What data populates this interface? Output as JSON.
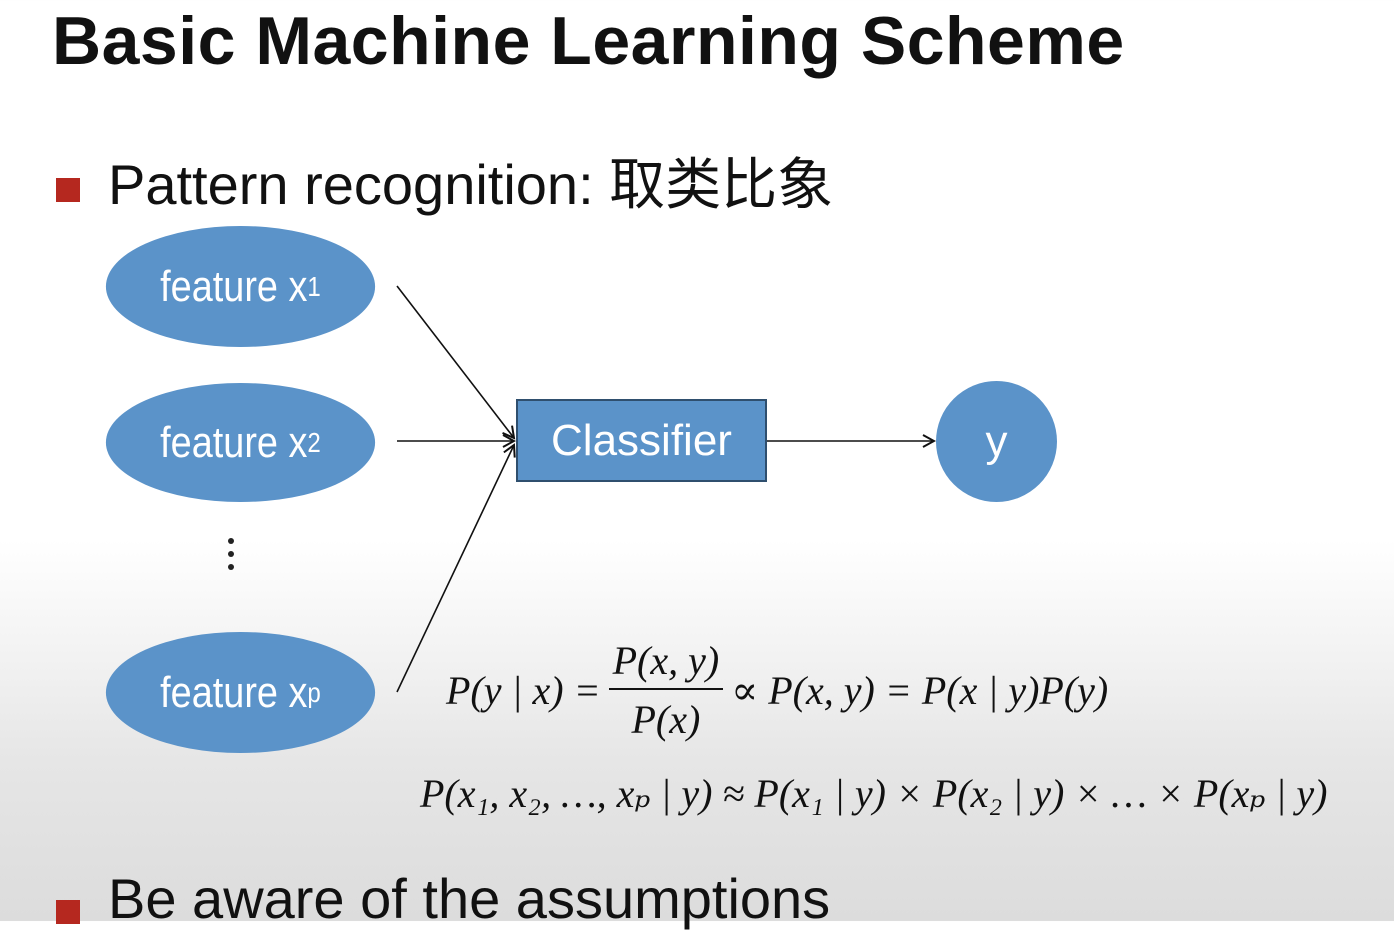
{
  "title": "Basic Machine Learning Scheme",
  "bullets": [
    "Pattern recognition: 取类比象",
    "Be aware of the assumptions"
  ],
  "diagram": {
    "features": [
      {
        "label": "feature x",
        "sub": "1"
      },
      {
        "label": "feature x",
        "sub": "2"
      },
      {
        "label": "feature x",
        "sub": "p"
      }
    ],
    "ellipsis": "⋮",
    "classifier_label": "Classifier",
    "output_label": "y"
  },
  "formulas": {
    "bayes_lhs": "P(y | x) =",
    "bayes_num": "P(x, y)",
    "bayes_den": "P(x)",
    "bayes_rhs": "∝ P(x, y) = P(x | y)P(y)",
    "naive_bayes": "P(x₁, x₂, …, xₚ | y) ≈ P(x₁ | y) × P(x₂ | y) × … × P(xₚ | y)"
  },
  "colors": {
    "node_fill": "#5b93c9",
    "bullet": "#b5281f"
  }
}
